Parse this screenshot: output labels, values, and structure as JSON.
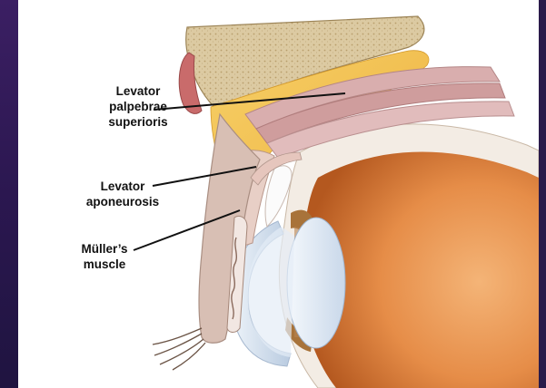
{
  "labels": {
    "levator_palpebrae_superioris": [
      "Levator",
      "palpebrae",
      "superioris"
    ],
    "levator_aponeurosis": [
      "Levator",
      "aponeurosis"
    ],
    "mullers_muscle": [
      "Müller’s",
      "muscle"
    ]
  },
  "colors": {
    "background": "#2a1a4a",
    "bone": "#d9c7a0",
    "fat": "#f2c14e",
    "muscle": "#d9aeae",
    "tarsus": "#cbb0a6",
    "globe": "#e6914a",
    "lens": "#dfe9f5",
    "iris": "#b07a3c"
  },
  "icons": {
    "anatomy": "eyelid-cross-section-illustration"
  }
}
